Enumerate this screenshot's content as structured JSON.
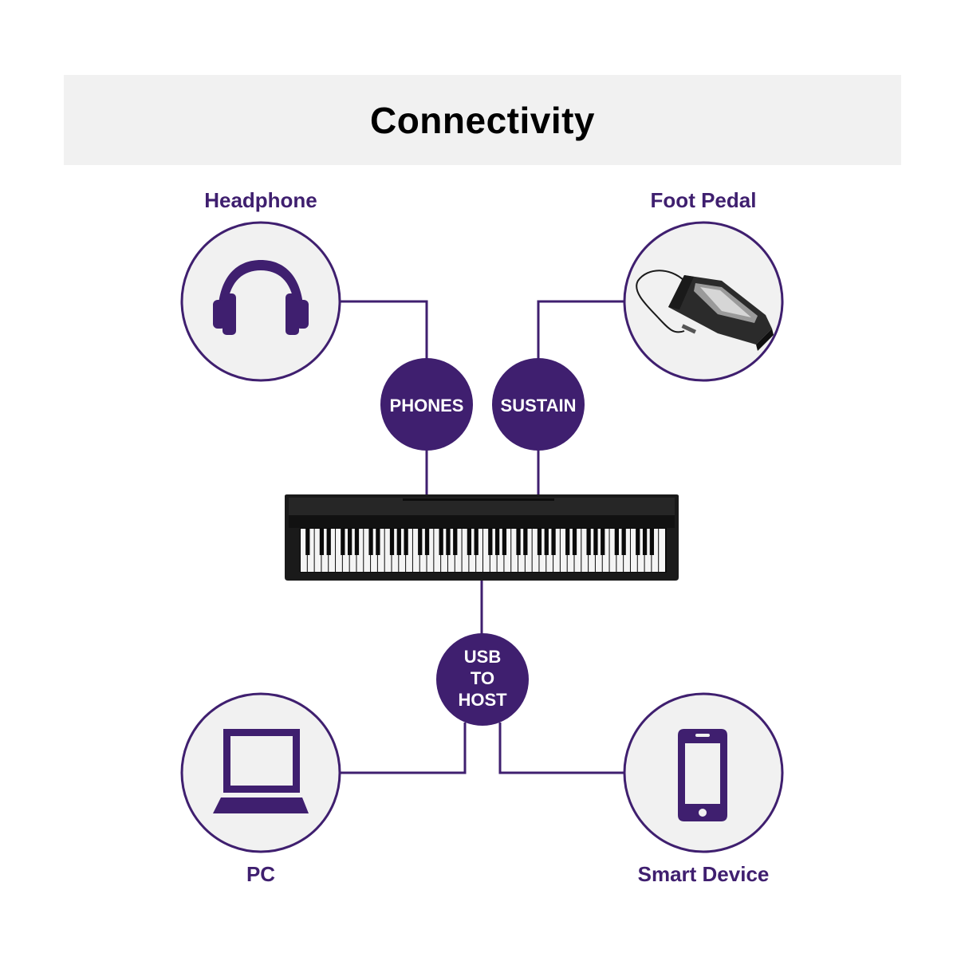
{
  "title": "Connectivity",
  "devices": {
    "headphone": {
      "label": "Headphone",
      "icon": "headphones-icon"
    },
    "foot_pedal": {
      "label": "Foot Pedal",
      "icon": "sustain-pedal-image"
    },
    "pc": {
      "label": "PC",
      "icon": "laptop-icon"
    },
    "smart_device": {
      "label": "Smart Device",
      "icon": "smartphone-icon"
    }
  },
  "ports": {
    "phones": {
      "label": "PHONES"
    },
    "sustain": {
      "label": "SUSTAIN"
    },
    "usb": {
      "label_lines": [
        "USB",
        "TO",
        "HOST"
      ]
    }
  },
  "instrument": {
    "icon": "digital-piano-image"
  },
  "colors": {
    "accent": "#3f1f6f",
    "title_background": "#f1f1f1",
    "device_circle_fill": "#f1f1f1",
    "keyboard_body": "#1a1a1a"
  }
}
